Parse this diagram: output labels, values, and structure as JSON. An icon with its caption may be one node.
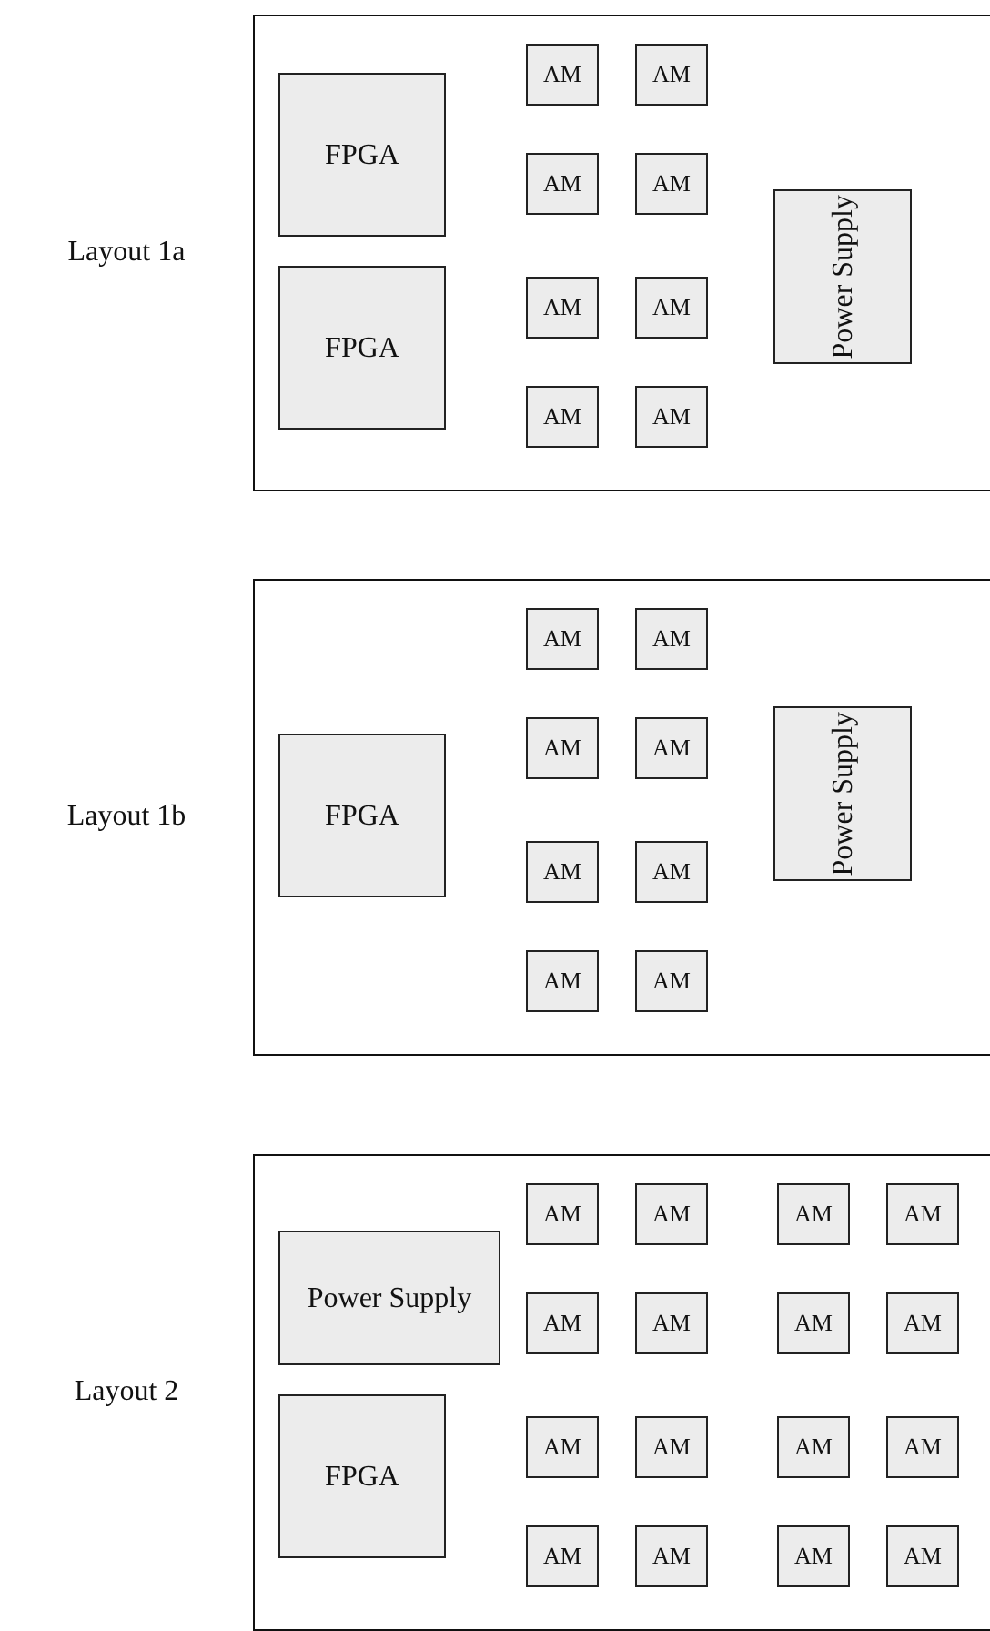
{
  "diagram": {
    "nodes": [
      {
        "text": [
          "Layout 1a"
        ]
      },
      {
        "text": [
          "FPGA"
        ],
        "in": 0
      },
      {
        "text": [
          "FPGA"
        ],
        "in": 0
      },
      {
        "text": [
          "AM"
        ],
        "in": 0
      },
      {
        "text": [
          "AM"
        ],
        "in": 0
      },
      {
        "text": [
          "AM"
        ],
        "in": 0
      },
      {
        "text": [
          "AM"
        ],
        "in": 0
      },
      {
        "text": [
          "AM"
        ],
        "in": 0
      },
      {
        "text": [
          "AM"
        ],
        "in": 0
      },
      {
        "text": [
          "AM"
        ],
        "in": 0
      },
      {
        "text": [
          "AM"
        ],
        "in": 0
      },
      {
        "text": [
          "Power Supply"
        ],
        "in": 0
      },
      {
        "text": [
          "Layout 1b"
        ]
      },
      {
        "text": [
          "FPGA"
        ],
        "in": 12
      },
      {
        "text": [
          "AM"
        ],
        "in": 12
      },
      {
        "text": [
          "AM"
        ],
        "in": 12
      },
      {
        "text": [
          "AM"
        ],
        "in": 12
      },
      {
        "text": [
          "AM"
        ],
        "in": 12
      },
      {
        "text": [
          "AM"
        ],
        "in": 12
      },
      {
        "text": [
          "AM"
        ],
        "in": 12
      },
      {
        "text": [
          "AM"
        ],
        "in": 12
      },
      {
        "text": [
          "AM"
        ],
        "in": 12
      },
      {
        "text": [
          "Power Supply"
        ],
        "in": 12
      },
      {
        "text": [
          "Layout 2"
        ]
      },
      {
        "text": [
          "Power Supply"
        ],
        "in": 23
      },
      {
        "text": [
          "FPGA"
        ],
        "in": 23
      },
      {
        "text": [
          "AM"
        ],
        "in": 23
      },
      {
        "text": [
          "AM"
        ],
        "in": 23
      },
      {
        "text": [
          "AM"
        ],
        "in": 23
      },
      {
        "text": [
          "AM"
        ],
        "in": 23
      },
      {
        "text": [
          "AM"
        ],
        "in": 23
      },
      {
        "text": [
          "AM"
        ],
        "in": 23
      },
      {
        "text": [
          "AM"
        ],
        "in": 23
      },
      {
        "text": [
          "AM"
        ],
        "in": 23
      },
      {
        "text": [
          "AM"
        ],
        "in": 23
      },
      {
        "text": [
          "AM"
        ],
        "in": 23
      },
      {
        "text": [
          "AM"
        ],
        "in": 23
      },
      {
        "text": [
          "AM"
        ],
        "in": 23
      },
      {
        "text": [
          "AM"
        ],
        "in": 23
      },
      {
        "text": [
          "AM"
        ],
        "in": 23
      },
      {
        "text": [
          "AM"
        ],
        "in": 23
      },
      {
        "text": [
          "AM"
        ],
        "in": 23
      }
    ]
  }
}
